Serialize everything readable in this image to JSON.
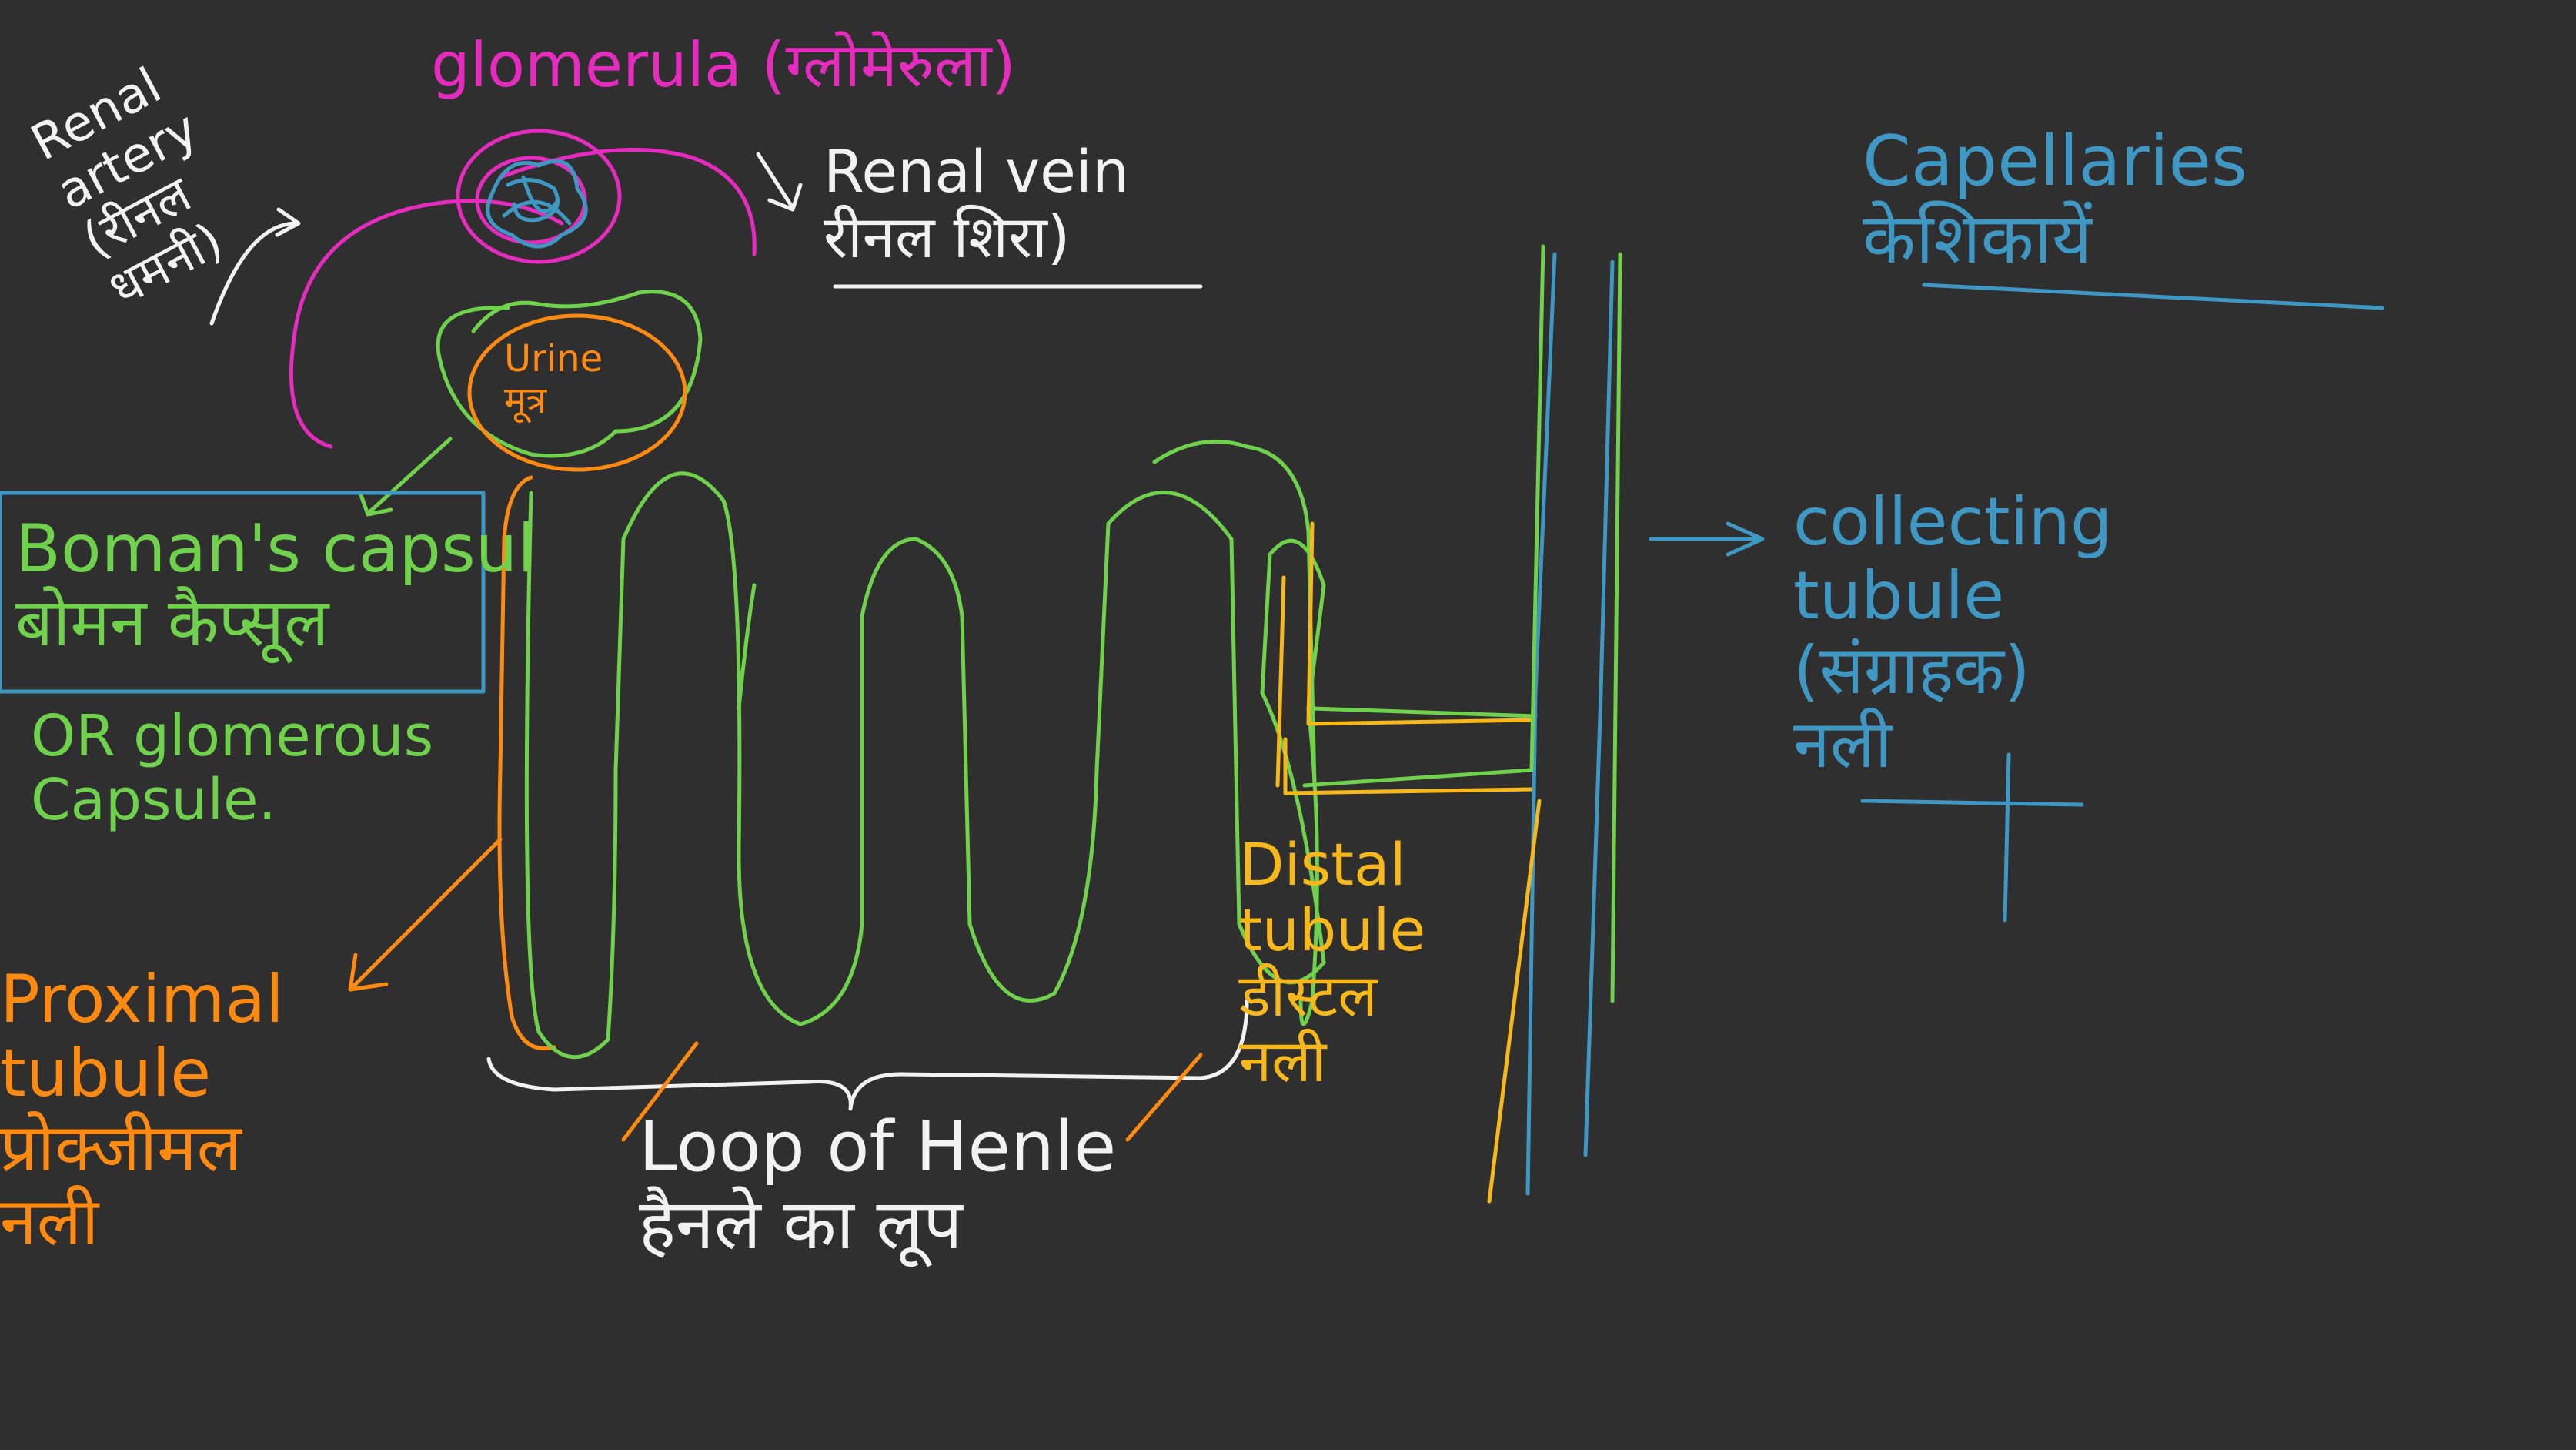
{
  "colors": {
    "background": "#2f2f2f",
    "nephron_tubule": "#6fd14c",
    "proximal_orange": "#ff8a12",
    "distal_yellow": "#f6b81a",
    "capillary_blue": "#3f97c4",
    "glomerulus_magenta": "#e62bbf",
    "ink_white": "#f2f2f2"
  },
  "labels": {
    "glomerula": "glomerula (ग्लोमेरुला)",
    "renal_vein": "Renal vein\nरीनल शिरा)",
    "renal_artery": "Renal\nartery\n(रीनल\nधमनी)",
    "urine": "Urine\nमूत्र",
    "bowmans_capsule": "Boman's capsul\nबोमन कैप्सूल",
    "glomerous_capsule": "OR glomerous\nCapsule.",
    "proximal_tubule": "Proximal\ntubule\nप्रोक्जीमल\nनली",
    "loop_of_henle": "Loop of Henle\nहैनले का लूप",
    "distal_tubule": "Distal\ntubule\nडीस्टल\nनली",
    "capillaries": "Capellaries\nकेशिकायें",
    "collecting_tubule": "collecting\ntubule\n(संग्राहक)\nनली"
  }
}
